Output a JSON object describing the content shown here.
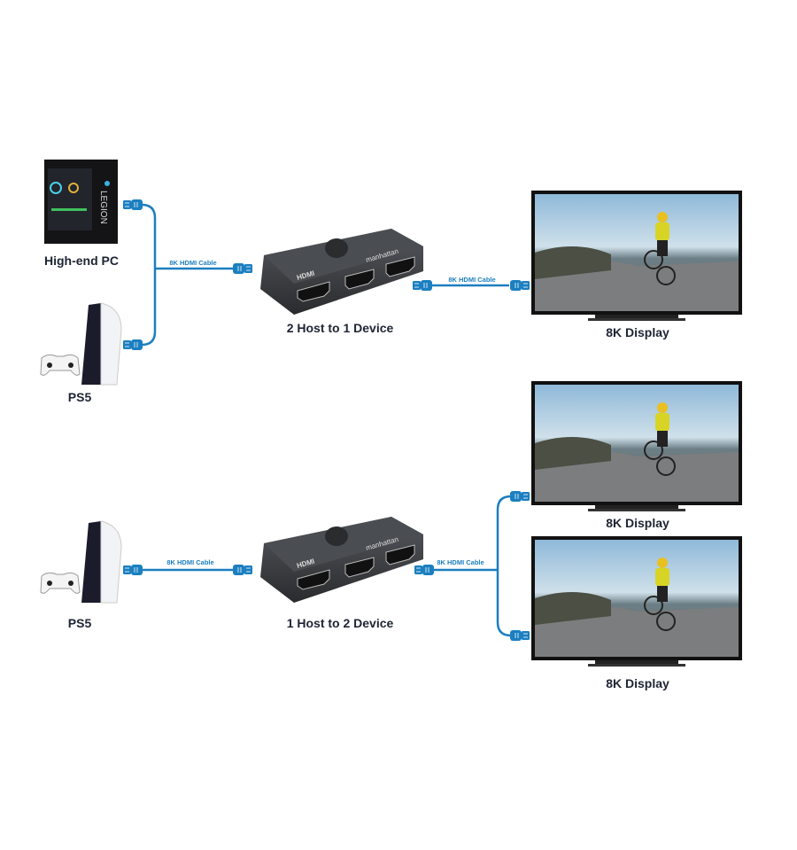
{
  "colors": {
    "cable": "#1b7fc0",
    "switch_body": "#3a3c40",
    "label": "#1d2433"
  },
  "top_setup": {
    "sources": [
      {
        "label": "High-end PC",
        "icon": "desktop-pc-icon",
        "brand": "LEGION"
      },
      {
        "label": "PS5",
        "icon": "ps5-console-icon"
      }
    ],
    "cable_label_in": "8K HDMI Cable",
    "switch_label": "2 Host to 1 Device",
    "switch_markings": {
      "logo": "manhattan",
      "port_text": "HDMI"
    },
    "cable_label_out": "8K HDMI Cable",
    "displays": [
      {
        "label": "8K Display"
      }
    ]
  },
  "bottom_setup": {
    "sources": [
      {
        "label": "PS5",
        "icon": "ps5-console-icon"
      }
    ],
    "cable_label_in": "8K HDMI Cable",
    "switch_label": "1 Host to 2 Device",
    "switch_markings": {
      "logo": "manhattan",
      "port_text": "HDMI"
    },
    "cable_label_out": "8K HDMI Cable",
    "displays": [
      {
        "label": "8K Display"
      },
      {
        "label": "8K Display"
      }
    ]
  }
}
